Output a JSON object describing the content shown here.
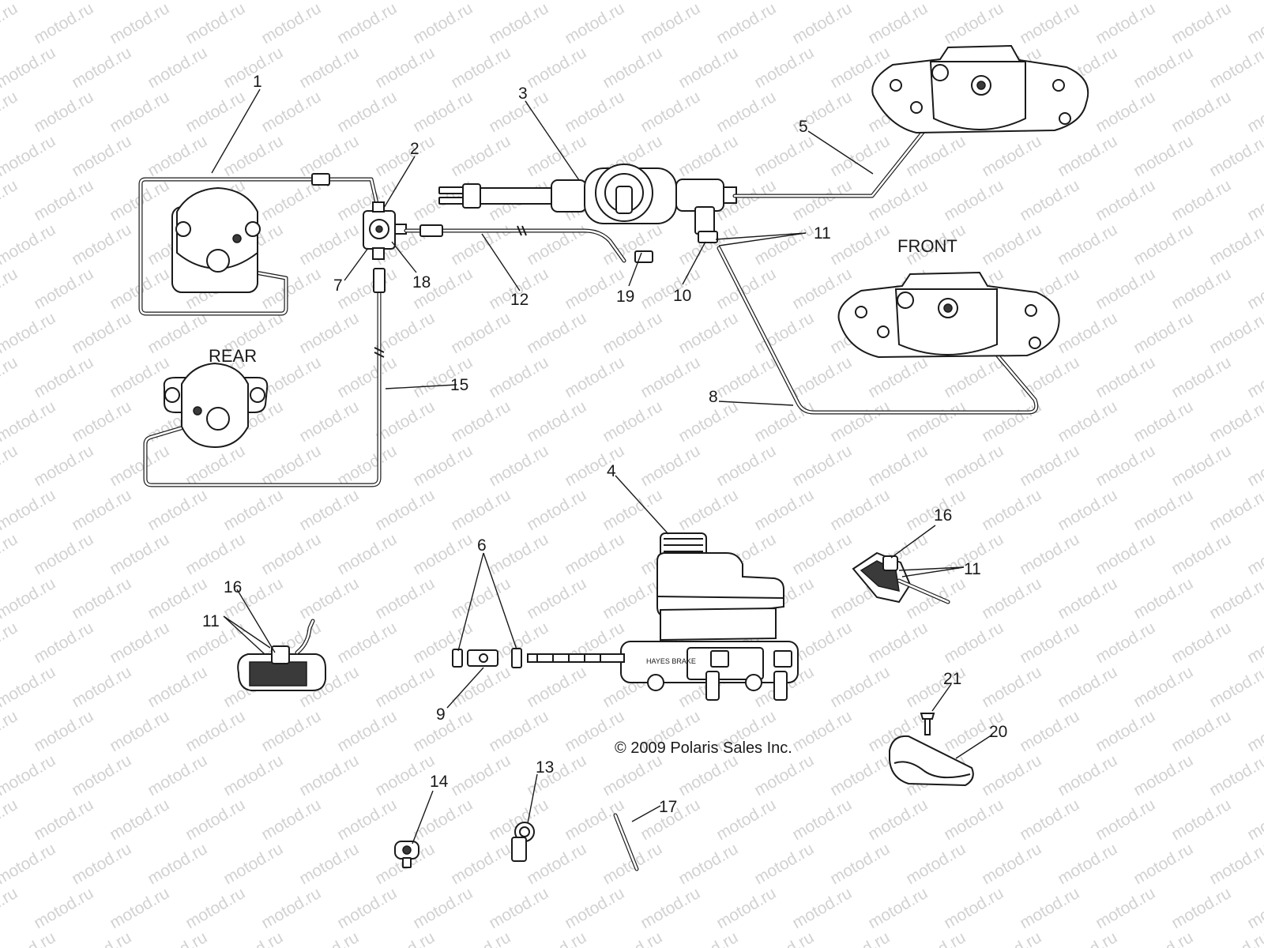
{
  "watermark": {
    "text": "motod.ru",
    "color": "#d2d2d2"
  },
  "diagram": {
    "section_labels": {
      "rear": "REAR",
      "front": "FRONT"
    },
    "copyright": "© 2009 Polaris Sales Inc.",
    "callouts": {
      "c1": "1",
      "c2": "2",
      "c3": "3",
      "c4": "4",
      "c5": "5",
      "c6": "6",
      "c7": "7",
      "c8": "8",
      "c9": "9",
      "c10": "10",
      "c11a": "11",
      "c11b": "11",
      "c11c": "11",
      "c12": "12",
      "c13": "13",
      "c14": "14",
      "c15": "15",
      "c16a": "16",
      "c16b": "16",
      "c17": "17",
      "c18": "18",
      "c19": "19",
      "c20": "20",
      "c21": "21"
    }
  }
}
